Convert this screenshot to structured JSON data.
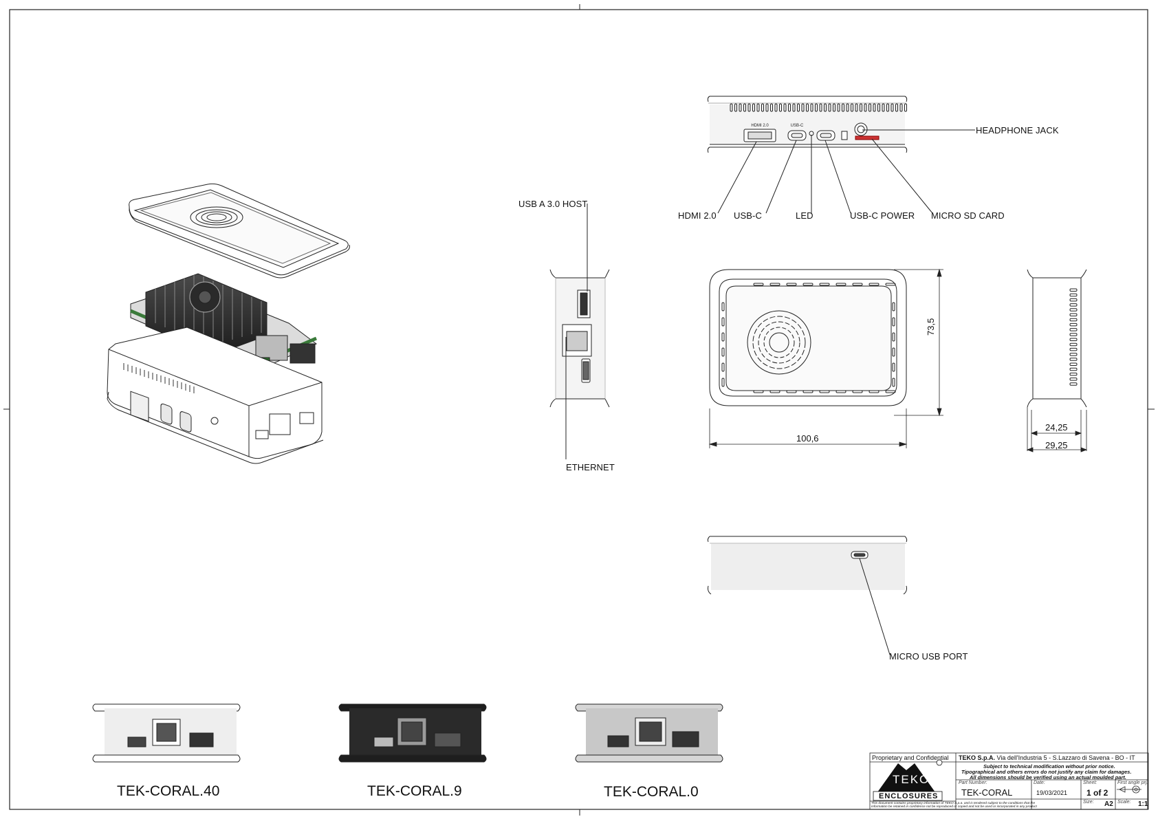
{
  "callouts": {
    "headphone_jack": "HEADPHONE JACK",
    "hdmi": "HDMI 2.0",
    "usb_c": "USB-C",
    "led": "LED",
    "usb_c_power": "USB-C POWER",
    "micro_sd": "MICRO SD CARD",
    "usb_a_host": "USB A 3.0 HOST",
    "ethernet": "ETHERNET",
    "micro_usb": "MICRO USB PORT"
  },
  "dimensions": {
    "width": "100,6",
    "height": "73,5",
    "depth_inner": "24,25",
    "depth_outer": "29,25"
  },
  "variants": [
    "TEK-CORAL.40",
    "TEK-CORAL.9",
    "TEK-CORAL.0"
  ],
  "title_block": {
    "proprietary": "Proprietary and Confidential",
    "company": "TEKO S.p.A.",
    "address": "Via dell'Industria 5 - S.Lazzaro di Savena - BO - IT",
    "notice_1": "Subject to technical modification without prior notice.",
    "notice_2": "Tipographical and others errors do not justify any claim for damages.",
    "notice_3": "All dimensions should be verified using an actual moulded part.",
    "logo_text_1": "TEKO",
    "logo_text_2": "ENCLOSURES",
    "part_number_label": "Part Number:",
    "part_number": "TEK-CORAL",
    "date_label": "Date:",
    "date": "19/03/2021",
    "sheet_label": "Sheet:",
    "sheet": "1 of 2",
    "projection_label": "First angle prj.",
    "size_label": "Size:",
    "size": "A2",
    "scale_label": "Scale:",
    "scale": "1:1",
    "disclaimer_1": "This document contains proprietary information of TEKO S.p.a. and is tendered subject to the conditions that the",
    "disclaimer_2": "information be retained in confidence not be reproduced or copied and not be used or incorporated in any product"
  }
}
